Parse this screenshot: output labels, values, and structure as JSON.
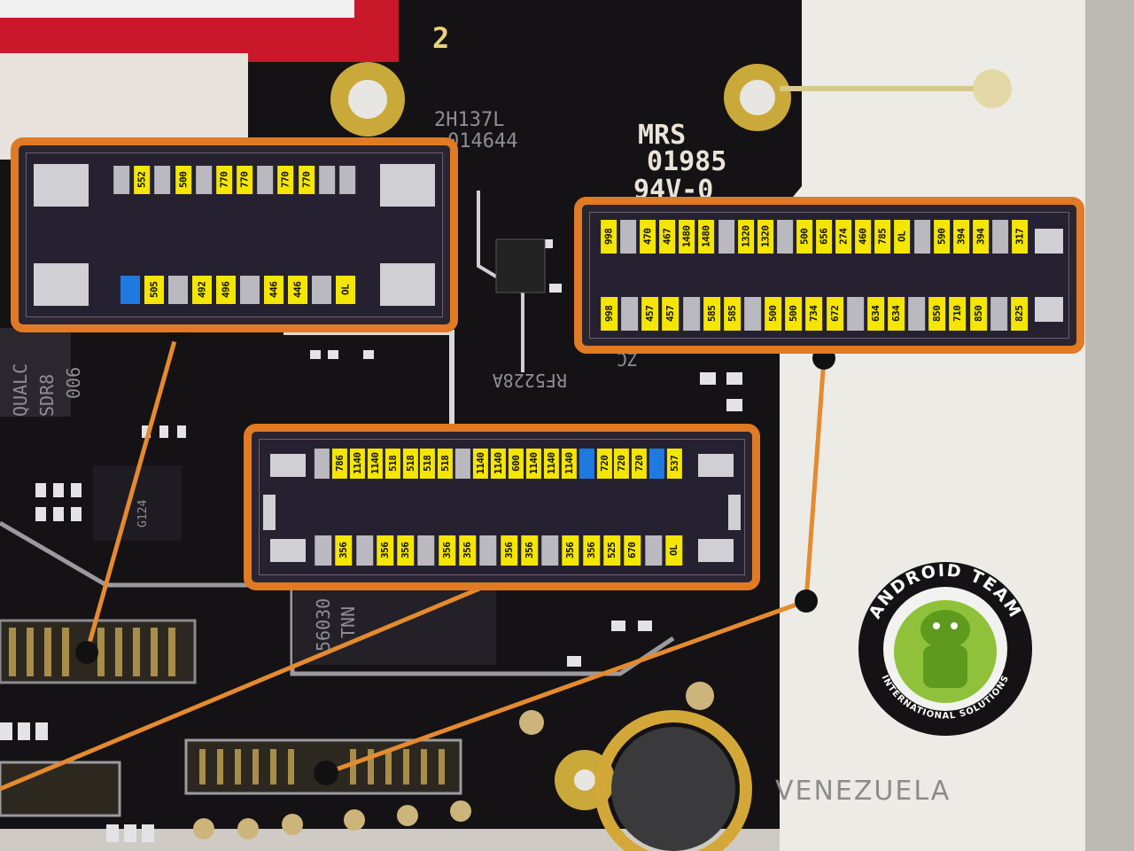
{
  "board": {
    "marking_top": "2H137L",
    "marking_top_2": "014644",
    "mrs_line1": "MRS",
    "mrs_line2": "01985",
    "rating": "94V-0",
    "chip_label": "RF5228A",
    "chip_label_2": "ZC",
    "side_label_1": "QUALC",
    "side_label_2": "SDR8",
    "side_label_3": "006",
    "bottom_chip_1": "56030",
    "bottom_chip_2": "TNN",
    "ic_small": "G124",
    "corner_digit": "2"
  },
  "connectors": {
    "left": {
      "top": [
        "",
        "552",
        "",
        "500",
        "",
        "770",
        "770",
        "",
        "770",
        "770",
        "",
        ""
      ],
      "top_kinds": [
        "g",
        "y",
        "g",
        "y",
        "g",
        "y",
        "y",
        "g",
        "y",
        "y",
        "g",
        "g"
      ],
      "bottom": [
        "",
        "505",
        "",
        "492",
        "496",
        "",
        "446",
        "446",
        "",
        "OL"
      ],
      "bottom_kinds": [
        "b",
        "y",
        "g",
        "y",
        "y",
        "g",
        "y",
        "y",
        "g",
        "y"
      ]
    },
    "right": {
      "top": [
        "998",
        "",
        "470",
        "467",
        "1480",
        "1480",
        "",
        "1320",
        "1320",
        "",
        "500",
        "656",
        "274",
        "460",
        "785",
        "OL",
        "",
        "590",
        "394",
        "394",
        "",
        "317"
      ],
      "top_kinds": [
        "y",
        "g",
        "y",
        "y",
        "y",
        "y",
        "g",
        "y",
        "y",
        "g",
        "y",
        "y",
        "y",
        "y",
        "y",
        "y",
        "g",
        "y",
        "y",
        "y",
        "g",
        "y"
      ],
      "bottom": [
        "998",
        "",
        "457",
        "457",
        "",
        "585",
        "585",
        "",
        "500",
        "500",
        "734",
        "672",
        "",
        "634",
        "634",
        "",
        "850",
        "710",
        "850",
        "",
        "825"
      ],
      "bottom_kinds": [
        "y",
        "g",
        "y",
        "y",
        "g",
        "y",
        "y",
        "g",
        "y",
        "y",
        "y",
        "y",
        "g",
        "y",
        "y",
        "g",
        "y",
        "y",
        "y",
        "g",
        "y"
      ]
    },
    "middle": {
      "top": [
        "",
        "786",
        "1140",
        "1140",
        "518",
        "518",
        "518",
        "518",
        "",
        "1140",
        "1140",
        "600",
        "1140",
        "1140",
        "1140",
        "",
        "720",
        "720",
        "720",
        "",
        "537"
      ],
      "top_kinds": [
        "g",
        "y",
        "y",
        "y",
        "y",
        "y",
        "y",
        "y",
        "g",
        "y",
        "y",
        "y",
        "y",
        "y",
        "y",
        "b",
        "y",
        "y",
        "y",
        "b",
        "y"
      ],
      "bottom": [
        "",
        "356",
        "",
        "356",
        "356",
        "",
        "356",
        "356",
        "",
        "356",
        "356",
        "",
        "356",
        "356",
        "525",
        "670",
        "",
        "OL"
      ],
      "bottom_kinds": [
        "g",
        "y",
        "g",
        "y",
        "y",
        "g",
        "y",
        "y",
        "g",
        "y",
        "y",
        "g",
        "y",
        "y",
        "y",
        "y",
        "g",
        "y"
      ]
    }
  },
  "logo": {
    "ring_top": "ANDROID TEAM",
    "ring_bottom": "INTERNATIONAL SOLUTIONS"
  },
  "watermark": "VENEZUELA",
  "colors": {
    "highlight": "#e07a24",
    "pin_yellow": "#f4e600",
    "pin_blue": "#1f7ae0",
    "pcb": "#141214"
  }
}
